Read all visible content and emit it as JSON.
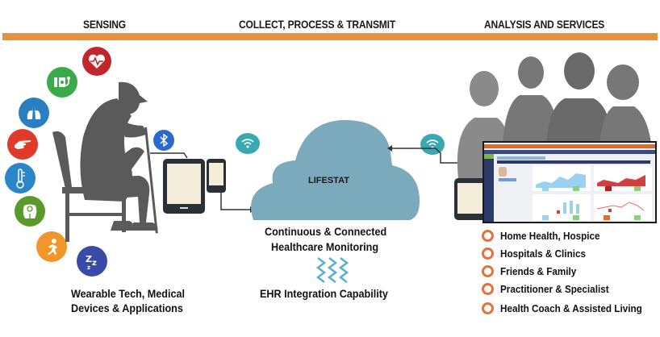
{
  "headers": {
    "sensing": "SENSING",
    "collect": "COLLECT, PROCESS & TRANSMIT",
    "analysis": "ANALYSIS AND SERVICES"
  },
  "colors": {
    "accent_bar": "#e8913a",
    "cloud": "#7aaabb",
    "silhouette": "#5a5a5a",
    "bullet": "#e8703a"
  },
  "sensor_icons": [
    {
      "name": "heart-rate-icon",
      "color": "#c0272d"
    },
    {
      "name": "blood-pressure-icon",
      "color": "#3aaa4a"
    },
    {
      "name": "lungs-icon",
      "color": "#2a7fc0"
    },
    {
      "name": "touch-hand-icon",
      "color": "#e03a2a"
    },
    {
      "name": "thermometer-icon",
      "color": "#2a86c8"
    },
    {
      "name": "weight-scale-icon",
      "color": "#5a9a2a"
    },
    {
      "name": "running-activity-icon",
      "color": "#f0962a"
    },
    {
      "name": "sleep-icon",
      "color": "#3a4aa8"
    }
  ],
  "cloud": {
    "label": "LIFESTAT"
  },
  "sensing_caption": [
    "Wearable Tech, Medical",
    "Devices & Applications"
  ],
  "center_caption": [
    "Continuous & Connected",
    "Healthcare Monitoring"
  ],
  "ehr_caption": "EHR Integration Capability",
  "services": [
    "Home Health, Hospice",
    "Hospitals & Clinics",
    "Friends & Family",
    "Practitioner & Specialist",
    "Health Coach & Assisted Living"
  ]
}
